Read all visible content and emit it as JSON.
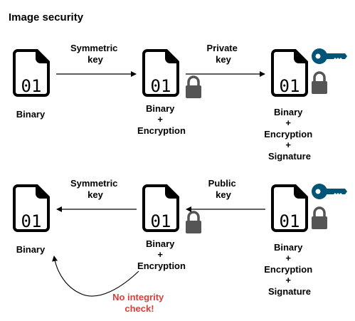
{
  "title": "Image security",
  "colors": {
    "key": "#005577",
    "lock": "#555555",
    "warning": "#e53935",
    "line": "#000000"
  },
  "icons": {
    "file": "binary-file-icon",
    "lock": "lock-icon",
    "key": "key-icon"
  },
  "file_glyph": "01",
  "row1": {
    "nodes": [
      {
        "label": [
          "Binary"
        ]
      },
      {
        "label": [
          "Binary",
          "+",
          "Encryption"
        ]
      },
      {
        "label": [
          "Binary",
          "+",
          "Encryption",
          "+",
          "Signature"
        ]
      }
    ],
    "edges": [
      {
        "label": [
          "Symmetric",
          "key"
        ]
      },
      {
        "label": [
          "Private",
          "key"
        ]
      }
    ]
  },
  "row2": {
    "nodes": [
      {
        "label": [
          "Binary"
        ]
      },
      {
        "label": [
          "Binary",
          "+",
          "Encryption"
        ]
      },
      {
        "label": [
          "Binary",
          "+",
          "Encryption",
          "+",
          "Signature"
        ]
      }
    ],
    "edges": [
      {
        "label": [
          "Symmetric",
          "key"
        ]
      },
      {
        "label": [
          "Public",
          "key"
        ]
      }
    ],
    "warning": [
      "No integrity",
      "check!"
    ]
  }
}
